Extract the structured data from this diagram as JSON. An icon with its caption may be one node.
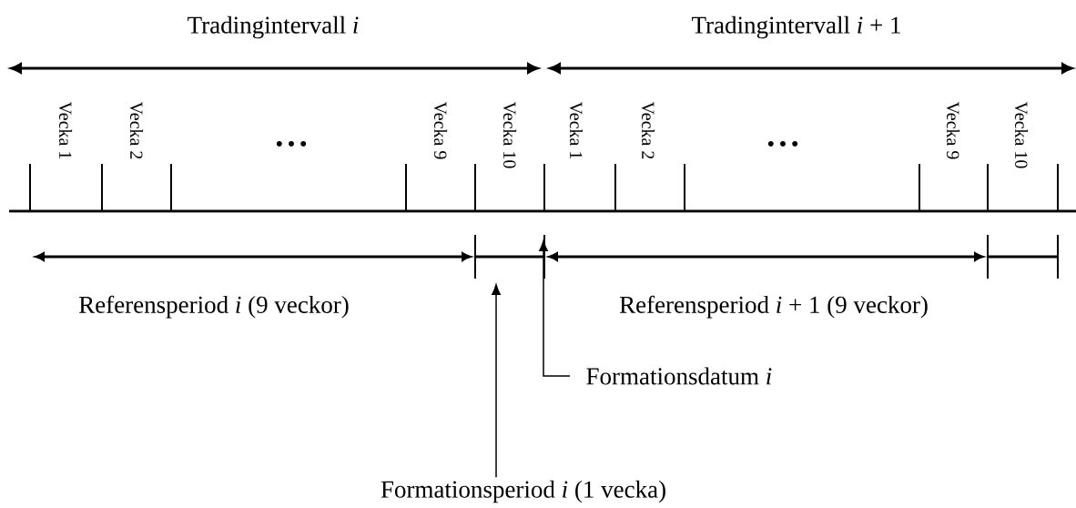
{
  "diagram": {
    "nodes": [
      {
        "text": [
          "Formationsdatum *i*"
        ]
      },
      {
        "text": [
          "Formationsperiod *i* (1 vecka)"
        ]
      }
    ],
    "edges": [
      {
        "from": 0,
        "to": null,
        "arrow": "to"
      },
      {
        "from": 1,
        "to": null,
        "arrow": "to"
      }
    ],
    "labels": [
      "Tradingintervall *i*",
      "Tradingintervall *i* + 1",
      "Vecka 1",
      "Vecka 2",
      "• • •",
      "Vecka 9",
      "Vecka 10",
      "Vecka 1",
      "Vecka 2",
      "• • •",
      "Vecka 9",
      "Vecka 10",
      "Referensperiod *i* (9 veckor)",
      "Referensperiod *i* + 1 (9 veckor)"
    ]
  }
}
